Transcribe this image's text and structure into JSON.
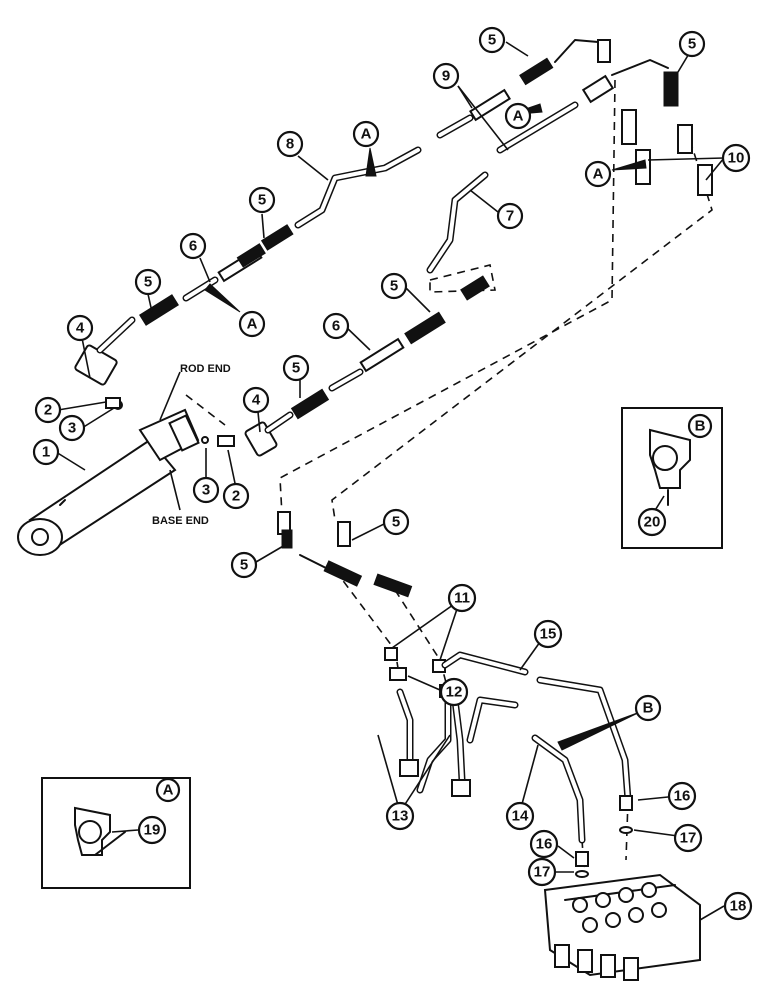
{
  "labels": {
    "rod_end": "ROD END",
    "base_end": "BASE END"
  },
  "callouts": {
    "c1": "1",
    "c2a": "2",
    "c2b": "2",
    "c3a": "3",
    "c3b": "3",
    "c4a": "4",
    "c4b": "4",
    "c5a": "5",
    "c5b": "5",
    "c5c": "5",
    "c5d": "5",
    "c5e": "5",
    "c5f": "5",
    "c5g": "5",
    "c5h": "5",
    "c6a": "6",
    "c6b": "6",
    "c7": "7",
    "c8": "8",
    "c9": "9",
    "c10": "10",
    "c11": "11",
    "c12": "12",
    "c13": "13",
    "c14": "14",
    "c15": "15",
    "c16a": "16",
    "c16b": "16",
    "c17a": "17",
    "c17b": "17",
    "c18": "18",
    "c19": "19",
    "c20": "20",
    "cAa": "A",
    "cAb": "A",
    "cAc": "A",
    "cAd": "A",
    "cAbox": "A",
    "cB": "B",
    "cBbox": "B"
  }
}
